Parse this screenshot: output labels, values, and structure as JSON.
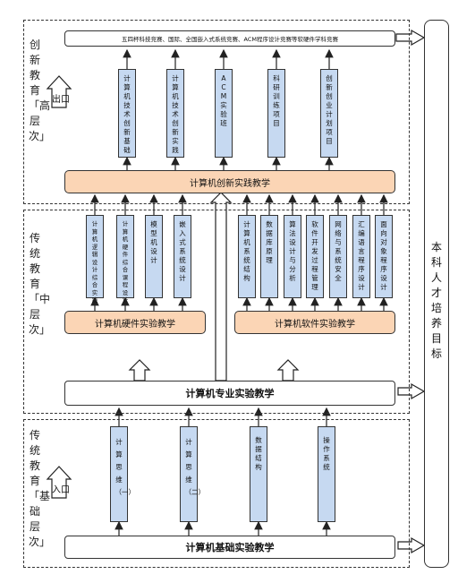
{
  "layers": {
    "top_label": "创新教育「高层次」",
    "middle_label": "传统教育「中层次」",
    "bottom_label": "传统教育「基础层次」"
  },
  "goal": "本科人才培养目标",
  "top": {
    "competition": "五四杯科技竞赛、国际、全国嵌入式系统竞赛、ACM程序设计竞赛等软硬件学科竞赛",
    "exit_label": "出口",
    "boxes": [
      "计算机技术创新基础",
      "计算机技术创新实践",
      "ACM实验班",
      "科研训练项目",
      "创新创业计划项目"
    ],
    "platform": "计算机创新实践教学"
  },
  "middle": {
    "hardware_boxes": [
      "计算机逻辑设计综合实践",
      "计算机硬件综合课程设计",
      "模型机设计",
      "嵌入式系统设计"
    ],
    "software_boxes": [
      "计算机系统结构",
      "数据库原理",
      "算法设计与分析",
      "软件开发过程管理",
      "网络与系统安全",
      "汇编语言程序设计",
      "面向对象程序设计"
    ],
    "hardware_platform": "计算机硬件实验教学",
    "software_platform": "计算机软件实验教学",
    "professional": "计算机专业实验教学"
  },
  "bottom": {
    "entry_label": "入口",
    "boxes": [
      "计算思维（一）",
      "计算思维（二）",
      "数据结构",
      "操作系统"
    ],
    "foundation": "计算机基础实验教学"
  }
}
